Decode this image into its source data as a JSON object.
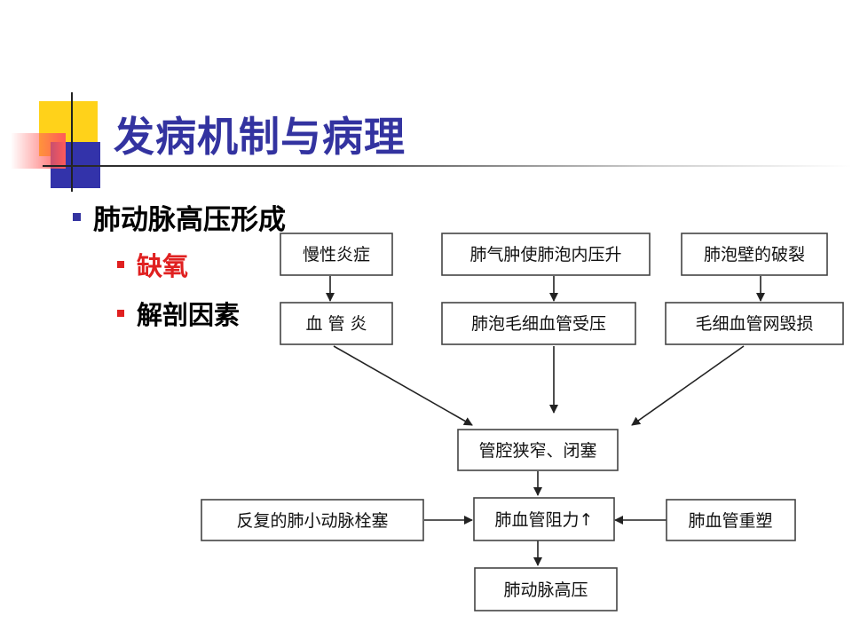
{
  "slide": {
    "title": "发病机制与病理",
    "bullet_level1": "肺动脉高压形成",
    "bullet_level2": [
      {
        "text": "缺氧",
        "color": "#e02020"
      },
      {
        "text": "解剖因素",
        "color": "#000000"
      }
    ]
  },
  "colors": {
    "title": "#3333a0",
    "bullet_level1": "#3333a0",
    "bullet_level2": "#e02020",
    "deco_yellow": "#ffd21a",
    "deco_blue": "#3333aa",
    "deco_red": "#ff5a5a"
  },
  "flowchart": {
    "nodes": {
      "chronic_inflammation": "慢性炎症",
      "emphysema": "肺气肿使肺泡内压升",
      "alveolar_rupture": "肺泡壁的破裂",
      "vasculitis": "血 管 炎",
      "capillary_compression": "肺泡毛细血管受压",
      "capillary_destruction": "毛细血管网毁损",
      "lumen_narrowing": "管腔狭窄、闭塞",
      "embolism": "反复的肺小动脉栓塞",
      "resistance": "肺血管阻力↑",
      "remodeling": "肺血管重塑",
      "pulmonary_hypertension": "肺动脉高压"
    }
  }
}
